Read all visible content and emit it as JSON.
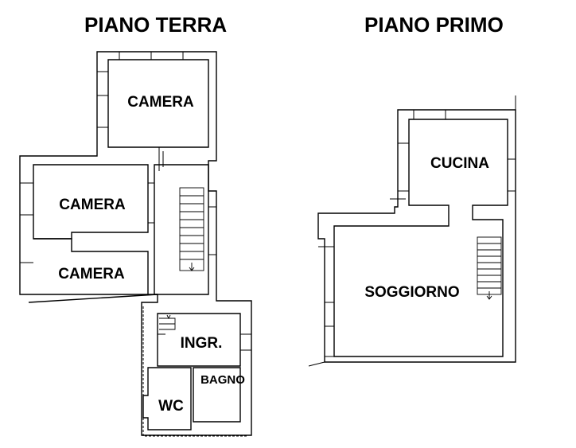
{
  "floors": {
    "ground": {
      "title": "PIANO TERRA",
      "rooms": {
        "camera_top": "CAMERA",
        "camera_middle": "CAMERA",
        "camera_bottom": "CAMERA",
        "ingresso": "INGR.",
        "bagno": "BAGNO",
        "wc": "WC"
      }
    },
    "first": {
      "title": "PIANO PRIMO",
      "rooms": {
        "cucina": "CUCINA",
        "soggiorno": "SOGGIORNO"
      }
    }
  }
}
